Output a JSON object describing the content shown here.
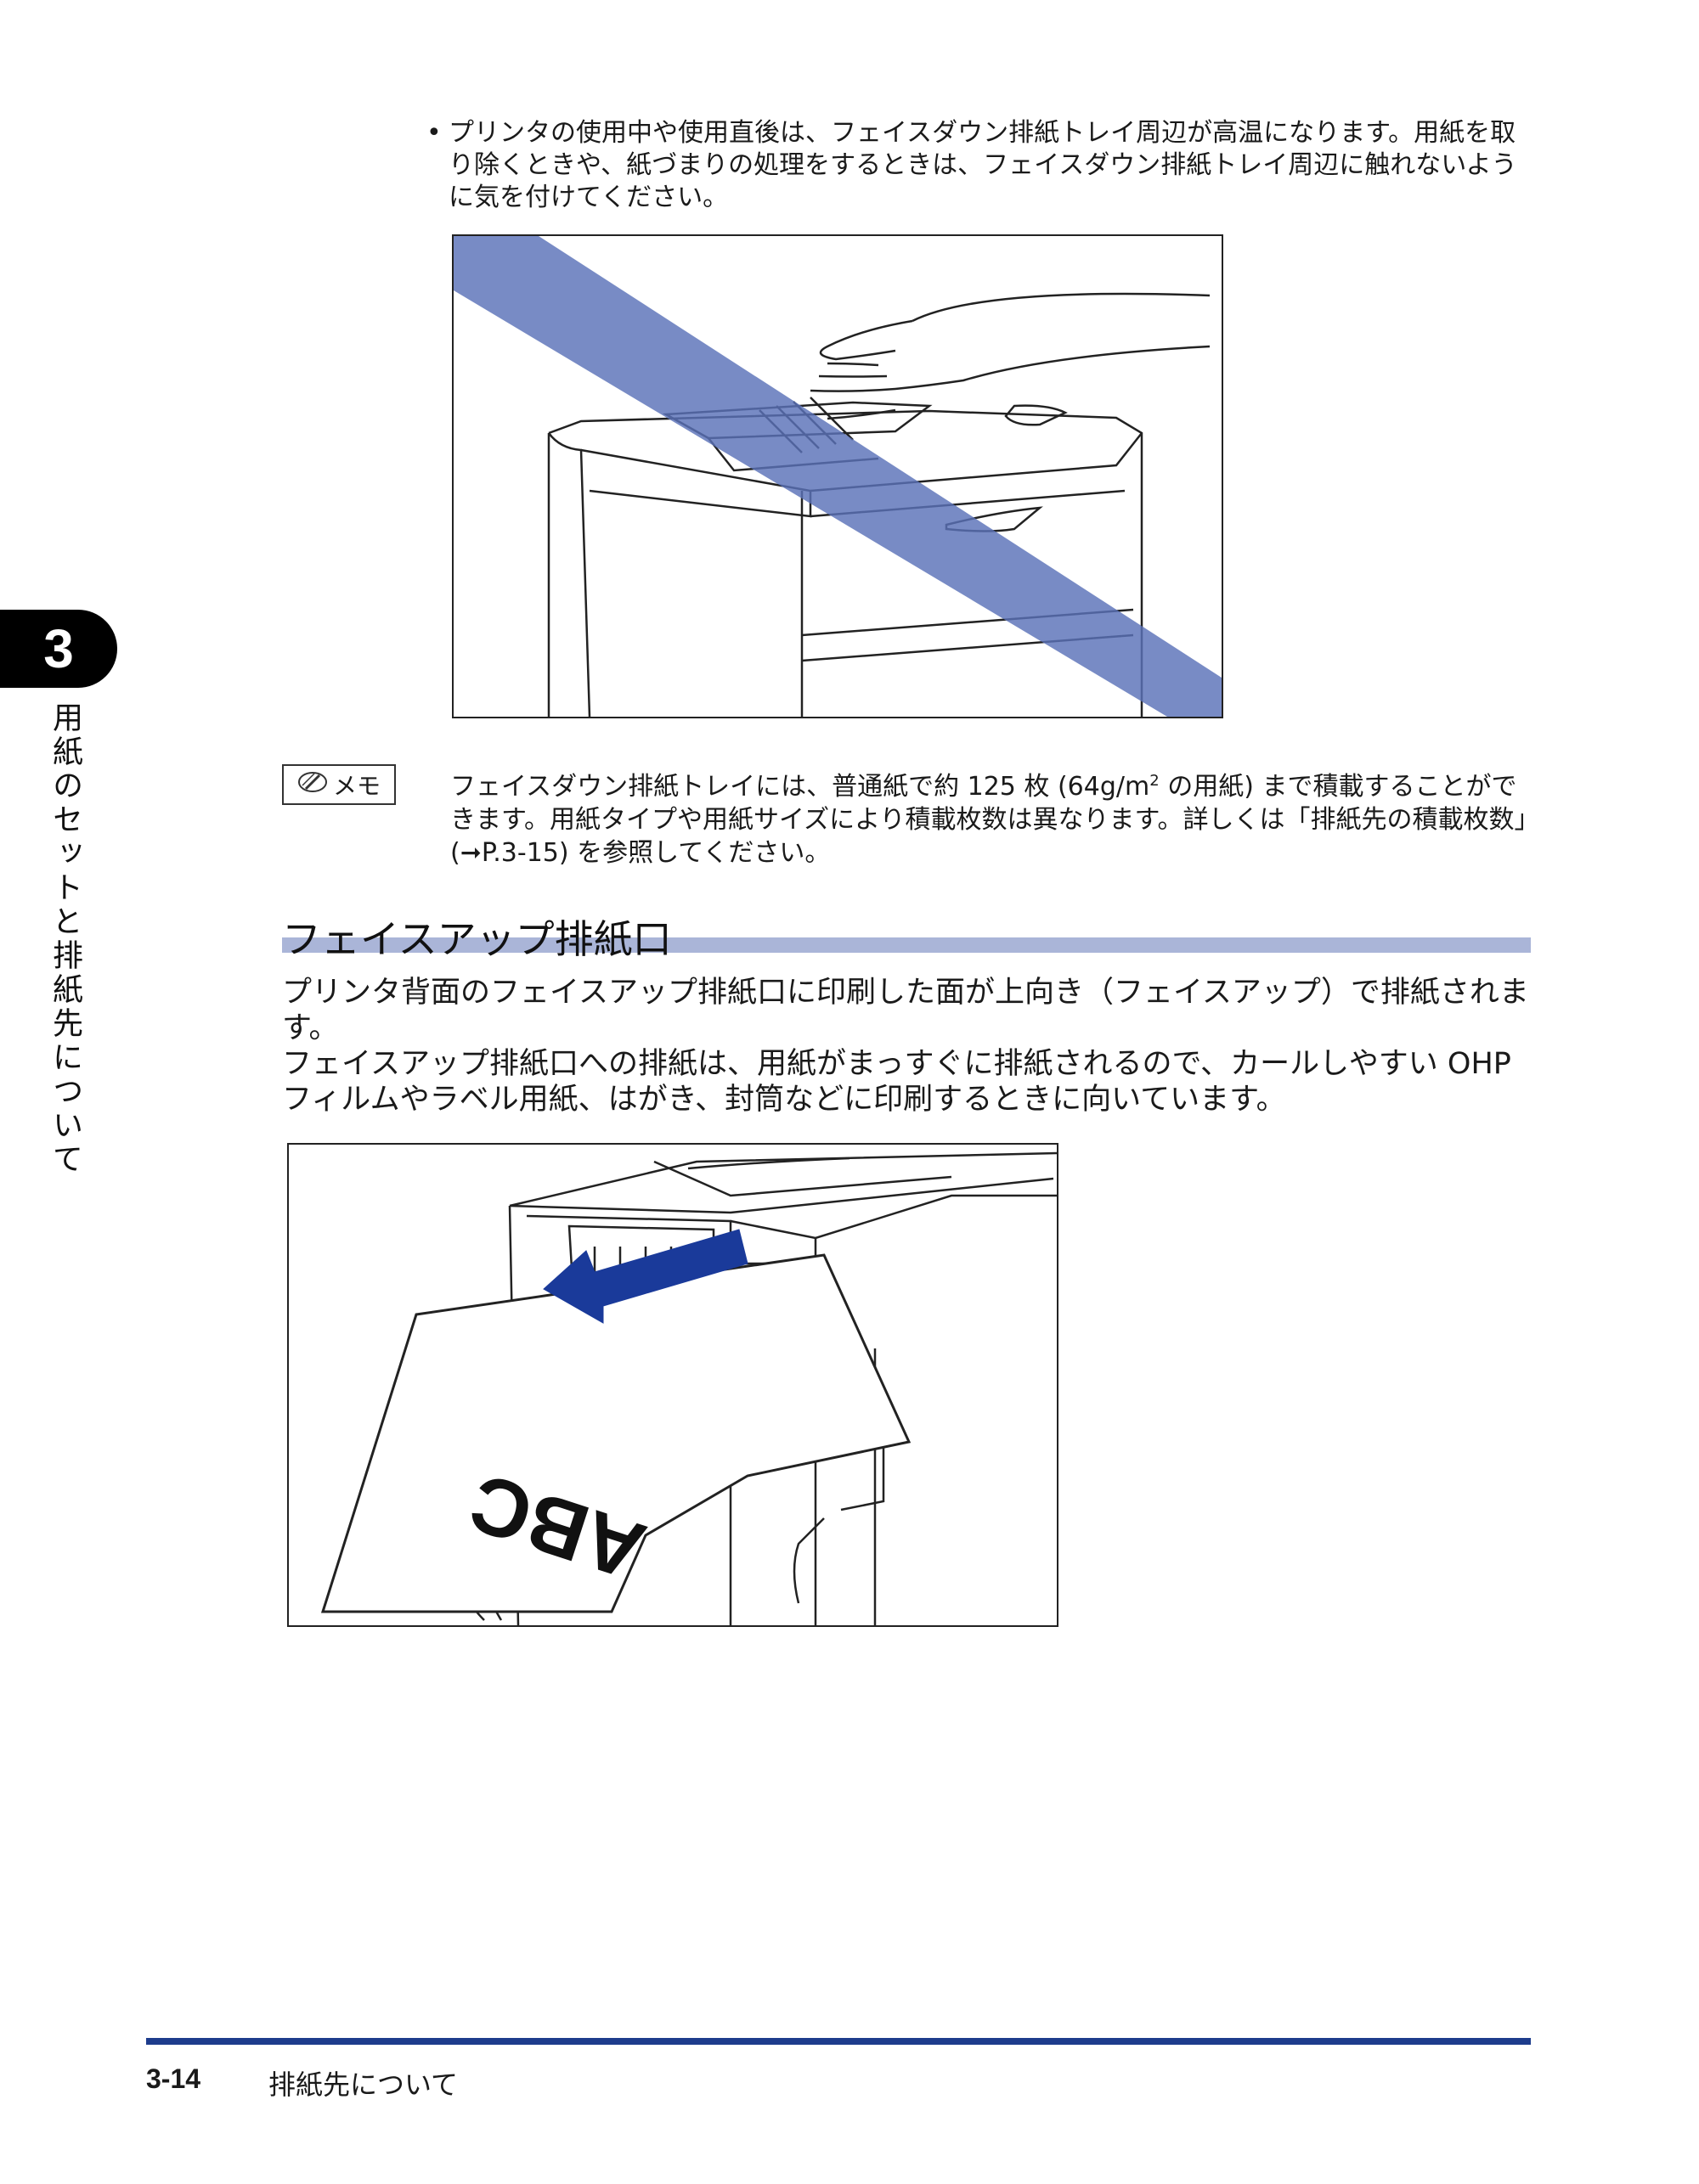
{
  "chapter": {
    "number": "3",
    "title": "用紙のセットと排紙先について"
  },
  "caution": {
    "bullet": "•",
    "text": "プリンタの使用中や使用直後は、フェイスダウン排紙トレイ周辺が高温になります。用紙を取り除くときや、紙づまりの処理をするときは、フェイスダウン排紙トレイ周辺に触れないように気を付けてください。"
  },
  "memo": {
    "label": "メモ",
    "text_1": "フェイスダウン排紙トレイには、普通紙で約 125 枚 (64g/m",
    "superscript": "2",
    "text_2": " の用紙) まで積載することができます。用紙タイプや用紙サイズにより積載枚数は異なります。詳しくは「排紙先の積載枚数」(➞P.3-15) を参照してください。"
  },
  "section": {
    "title": "フェイスアップ排紙口",
    "para_1": "プリンタ背面のフェイスアップ排紙口に印刷した面が上向き（フェイスアップ）で排紙されます。",
    "para_2": "フェイスアップ排紙口への排紙は、用紙がまっすぐに排紙されるので、カールしやすい OHP フィルムやラベル用紙、はがき、封筒などに印刷するときに向いています。"
  },
  "figure2": {
    "paper_label": "ABC"
  },
  "colors": {
    "accent": "#1d3c8c",
    "prohibit_band": "#5a72b8",
    "section_bar": "#aab5d8",
    "arrow": "#1a3a9a"
  },
  "footer": {
    "page_number": "3-14",
    "section_title": "排紙先について"
  }
}
